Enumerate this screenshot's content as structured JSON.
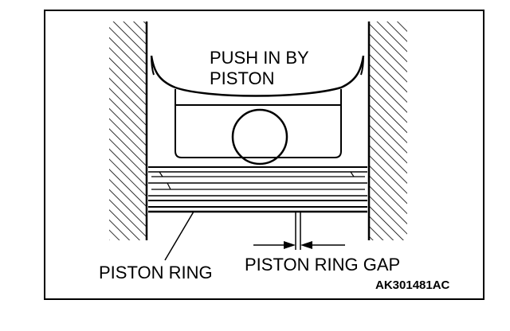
{
  "diagram": {
    "label_push_line1": "PUSH IN BY",
    "label_push_line2": "PISTON",
    "label_piston_ring": "PISTON RING",
    "label_piston_ring_gap": "PISTON RING GAP",
    "figure_code": "AK301481AC"
  },
  "colors": {
    "ink": "#000000",
    "paper": "#ffffff"
  },
  "icons": {
    "hatching": "cylinder-wall-hatch",
    "arrows": "gap-indicator-arrows"
  }
}
